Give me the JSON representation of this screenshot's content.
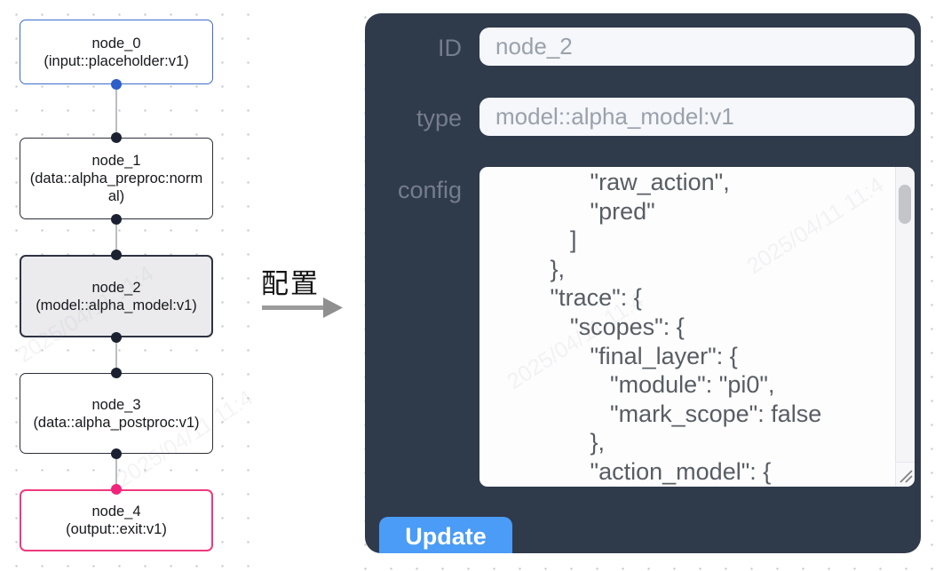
{
  "canvas": {
    "nodes": [
      {
        "id": "node_0",
        "label": "node_0",
        "sublabel": "(input::placeholder:v1)",
        "variant": "input-node",
        "border_color": "#3c6bc9"
      },
      {
        "id": "node_1",
        "label": "node_1",
        "sublabel": "(data::alpha_preproc:normal)",
        "variant": "default-node",
        "border_color": "#2c2f3a"
      },
      {
        "id": "node_2",
        "label": "node_2",
        "sublabel": "(model::alpha_model:v1)",
        "variant": "selected-node",
        "border_color": "#2e3242",
        "background": "#ebebed"
      },
      {
        "id": "node_3",
        "label": "node_3",
        "sublabel": "(data::alpha_postproc:v1)",
        "variant": "default-node",
        "border_color": "#2c2f3a"
      },
      {
        "id": "node_4",
        "label": "node_4",
        "sublabel": "(output::exit:v1)",
        "variant": "output-node",
        "border_color": "#ee3a7e"
      }
    ],
    "port_colors": {
      "input": "#2d5ec9",
      "default": "#1b2130",
      "output": "#f2237b"
    }
  },
  "annotation": {
    "label": "配置",
    "arrow_color": "#9b9b9b"
  },
  "panel": {
    "background": "#2f3a4b",
    "id_field": {
      "label": "ID",
      "value": "node_2"
    },
    "type_field": {
      "label": "type",
      "value": "model::alpha_model:v1"
    },
    "config_field": {
      "label": "config",
      "text": "               \"raw_action\",\n               \"pred\"\n            ]\n         },\n         \"trace\": {\n            \"scopes\": {\n               \"final_layer\": {\n                  \"module\": \"pi0\",\n                  \"mark_scope\": false\n               },\n               \"action_model\": {"
    },
    "update_button": {
      "label": "Update",
      "color": "#4a9cf6"
    }
  },
  "watermark": {
    "text": "2025/04/11 11:4"
  }
}
